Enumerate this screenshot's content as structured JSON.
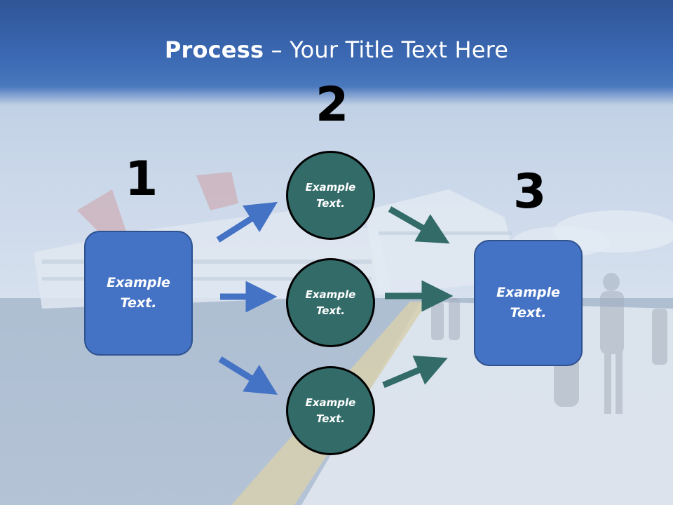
{
  "slide": {
    "title_bold": "Process",
    "title_rest": " – Your Title Text Here"
  },
  "steps": [
    {
      "number": "1",
      "label": "Example Text."
    },
    {
      "number": "2",
      "labels": [
        "Example Text.",
        "Example Text.",
        "Example Text."
      ]
    },
    {
      "number": "3",
      "label": "Example Text."
    }
  ],
  "colors": {
    "header_blue": "#2f5597",
    "box_blue": "#4472c4",
    "circle_teal": "#336b68",
    "arrow_blue": "#4472c4",
    "arrow_teal": "#336b68"
  }
}
